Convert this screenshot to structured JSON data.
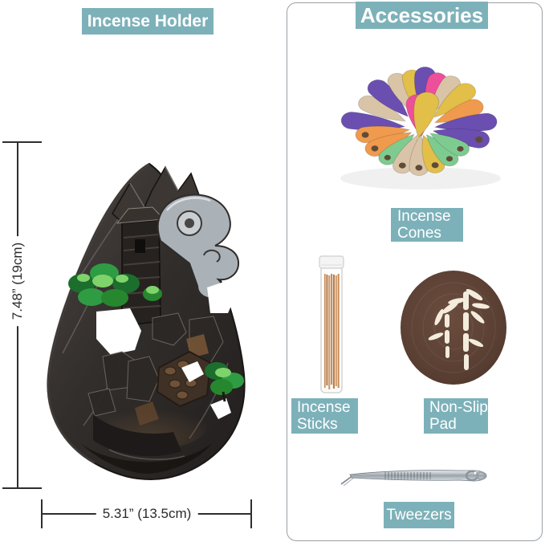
{
  "colors": {
    "teal": "#7db1b9",
    "label_text": "#ffffff",
    "dimension_line": "#2e2e2e",
    "panel_border": "#9aa0a4",
    "pad_brown": "#543a2e",
    "bamboo_white": "#f3ecdd",
    "cone_purple": "#6a4fb0",
    "cone_beige": "#dac4a7",
    "cone_yellow": "#e2bf49",
    "cone_pink": "#ee4f9b",
    "cone_orange": "#f09a4d",
    "cone_green": "#7ecb90",
    "stick_tans": [
      "#c68d5c",
      "#b87c4a",
      "#d09a6a"
    ]
  },
  "left_panel": {
    "title": "Incense Holder",
    "photo": "backflow-incense-burner-mountain-sculpture",
    "height_dimension": "7.48”  (19cm)",
    "width_dimension": "5.31”  (13.5cm)"
  },
  "right_panel": {
    "title": "Accessories",
    "items": [
      {
        "id": "incense-cones",
        "label_lines": [
          "Incense",
          "Cones"
        ]
      },
      {
        "id": "incense-sticks",
        "label_lines": [
          "Incense",
          "Sticks"
        ]
      },
      {
        "id": "non-slip-pad",
        "label_lines": [
          "Non-Slip",
          "Pad"
        ]
      },
      {
        "id": "tweezers",
        "label_lines": [
          "Tweezers"
        ]
      }
    ]
  },
  "cones": {
    "count": 22,
    "items": [
      {
        "a": -172,
        "color": "purple",
        "r": 20,
        "len": 78,
        "w": 14
      },
      {
        "a": -150,
        "color": "beige",
        "r": 22,
        "len": 64,
        "w": 13
      },
      {
        "a": -131,
        "color": "purple",
        "r": 24,
        "len": 68,
        "w": 14
      },
      {
        "a": -112,
        "color": "beige",
        "r": 26,
        "len": 62,
        "w": 13
      },
      {
        "a": -98,
        "color": "yellow",
        "r": 28,
        "len": 60,
        "w": 13
      },
      {
        "a": -86,
        "color": "purple",
        "r": 28,
        "len": 64,
        "w": 14
      },
      {
        "a": -74,
        "color": "pink",
        "r": 28,
        "len": 58,
        "w": 13
      },
      {
        "a": -61,
        "color": "beige",
        "r": 26,
        "len": 62,
        "w": 13
      },
      {
        "a": -45,
        "color": "yellow",
        "r": 24,
        "len": 66,
        "w": 14
      },
      {
        "a": -26,
        "color": "orange",
        "r": 20,
        "len": 64,
        "w": 13
      },
      {
        "a": -7,
        "color": "purple",
        "r": 18,
        "len": 76,
        "w": 14
      },
      {
        "a": 13,
        "color": "purple",
        "r": 16,
        "len": 70,
        "w": 14,
        "hole": true
      },
      {
        "a": 172,
        "color": "orange",
        "r": 14,
        "len": 66,
        "w": 13,
        "hole": true
      },
      {
        "a": 152,
        "color": "orange",
        "r": 13,
        "len": 62,
        "w": 13,
        "hole": true
      },
      {
        "a": 133,
        "color": "green",
        "r": 12,
        "len": 58,
        "w": 12,
        "hole": true
      },
      {
        "a": 112,
        "color": "beige",
        "r": 11,
        "len": 60,
        "w": 13,
        "hole": true
      },
      {
        "a": 92,
        "color": "beige",
        "r": 10,
        "len": 60,
        "w": 13,
        "hole": true
      },
      {
        "a": 72,
        "color": "yellow",
        "r": 11,
        "len": 58,
        "w": 13,
        "hole": true
      },
      {
        "a": 52,
        "color": "green",
        "r": 12,
        "len": 56,
        "w": 12,
        "hole": true
      },
      {
        "a": 32,
        "color": "green",
        "r": 14,
        "len": 54,
        "w": 12,
        "hole": true
      },
      {
        "a": -95,
        "color": "pink",
        "r": -12,
        "len": 62,
        "w": 16
      },
      {
        "a": -79,
        "color": "yellow",
        "r": -14,
        "len": 68,
        "w": 16
      }
    ]
  },
  "sticks": {
    "count": 7
  }
}
